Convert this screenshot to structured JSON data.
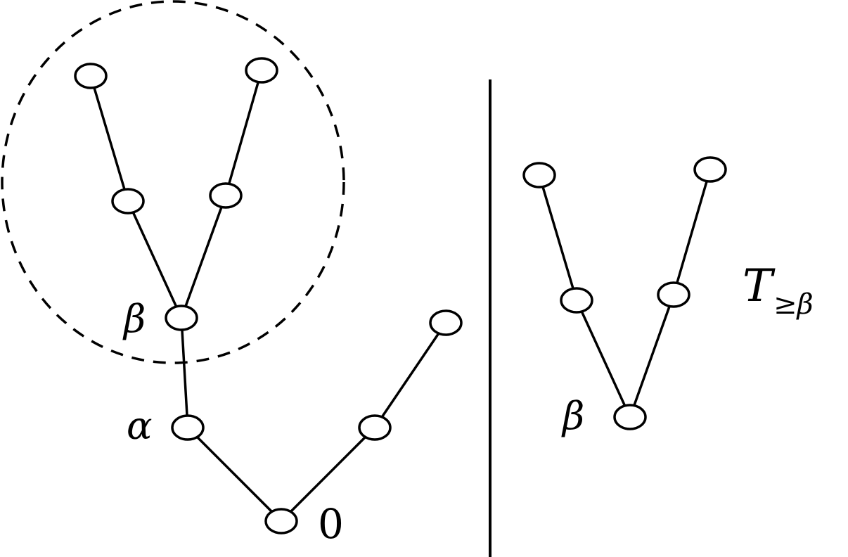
{
  "left_tree": {
    "label_beta": "β",
    "label_alpha": "α",
    "label_root": "0"
  },
  "right_tree": {
    "label_beta": "β",
    "subtree_label_main": "T",
    "subtree_label_sub": "≥β"
  }
}
